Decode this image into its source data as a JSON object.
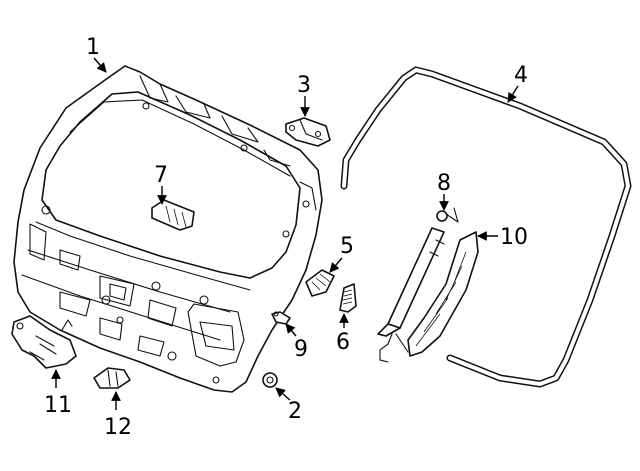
{
  "callouts": [
    {
      "id": "1",
      "text": "1"
    },
    {
      "id": "2",
      "text": "2"
    },
    {
      "id": "3",
      "text": "3"
    },
    {
      "id": "4",
      "text": "4"
    },
    {
      "id": "5",
      "text": "5"
    },
    {
      "id": "6",
      "text": "6"
    },
    {
      "id": "7",
      "text": "7"
    },
    {
      "id": "8",
      "text": "8"
    },
    {
      "id": "9",
      "text": "9"
    },
    {
      "id": "10",
      "text": "10"
    },
    {
      "id": "11",
      "text": "11"
    },
    {
      "id": "12",
      "text": "12"
    }
  ],
  "colors": {
    "line": "#111111",
    "background": "#ffffff"
  }
}
